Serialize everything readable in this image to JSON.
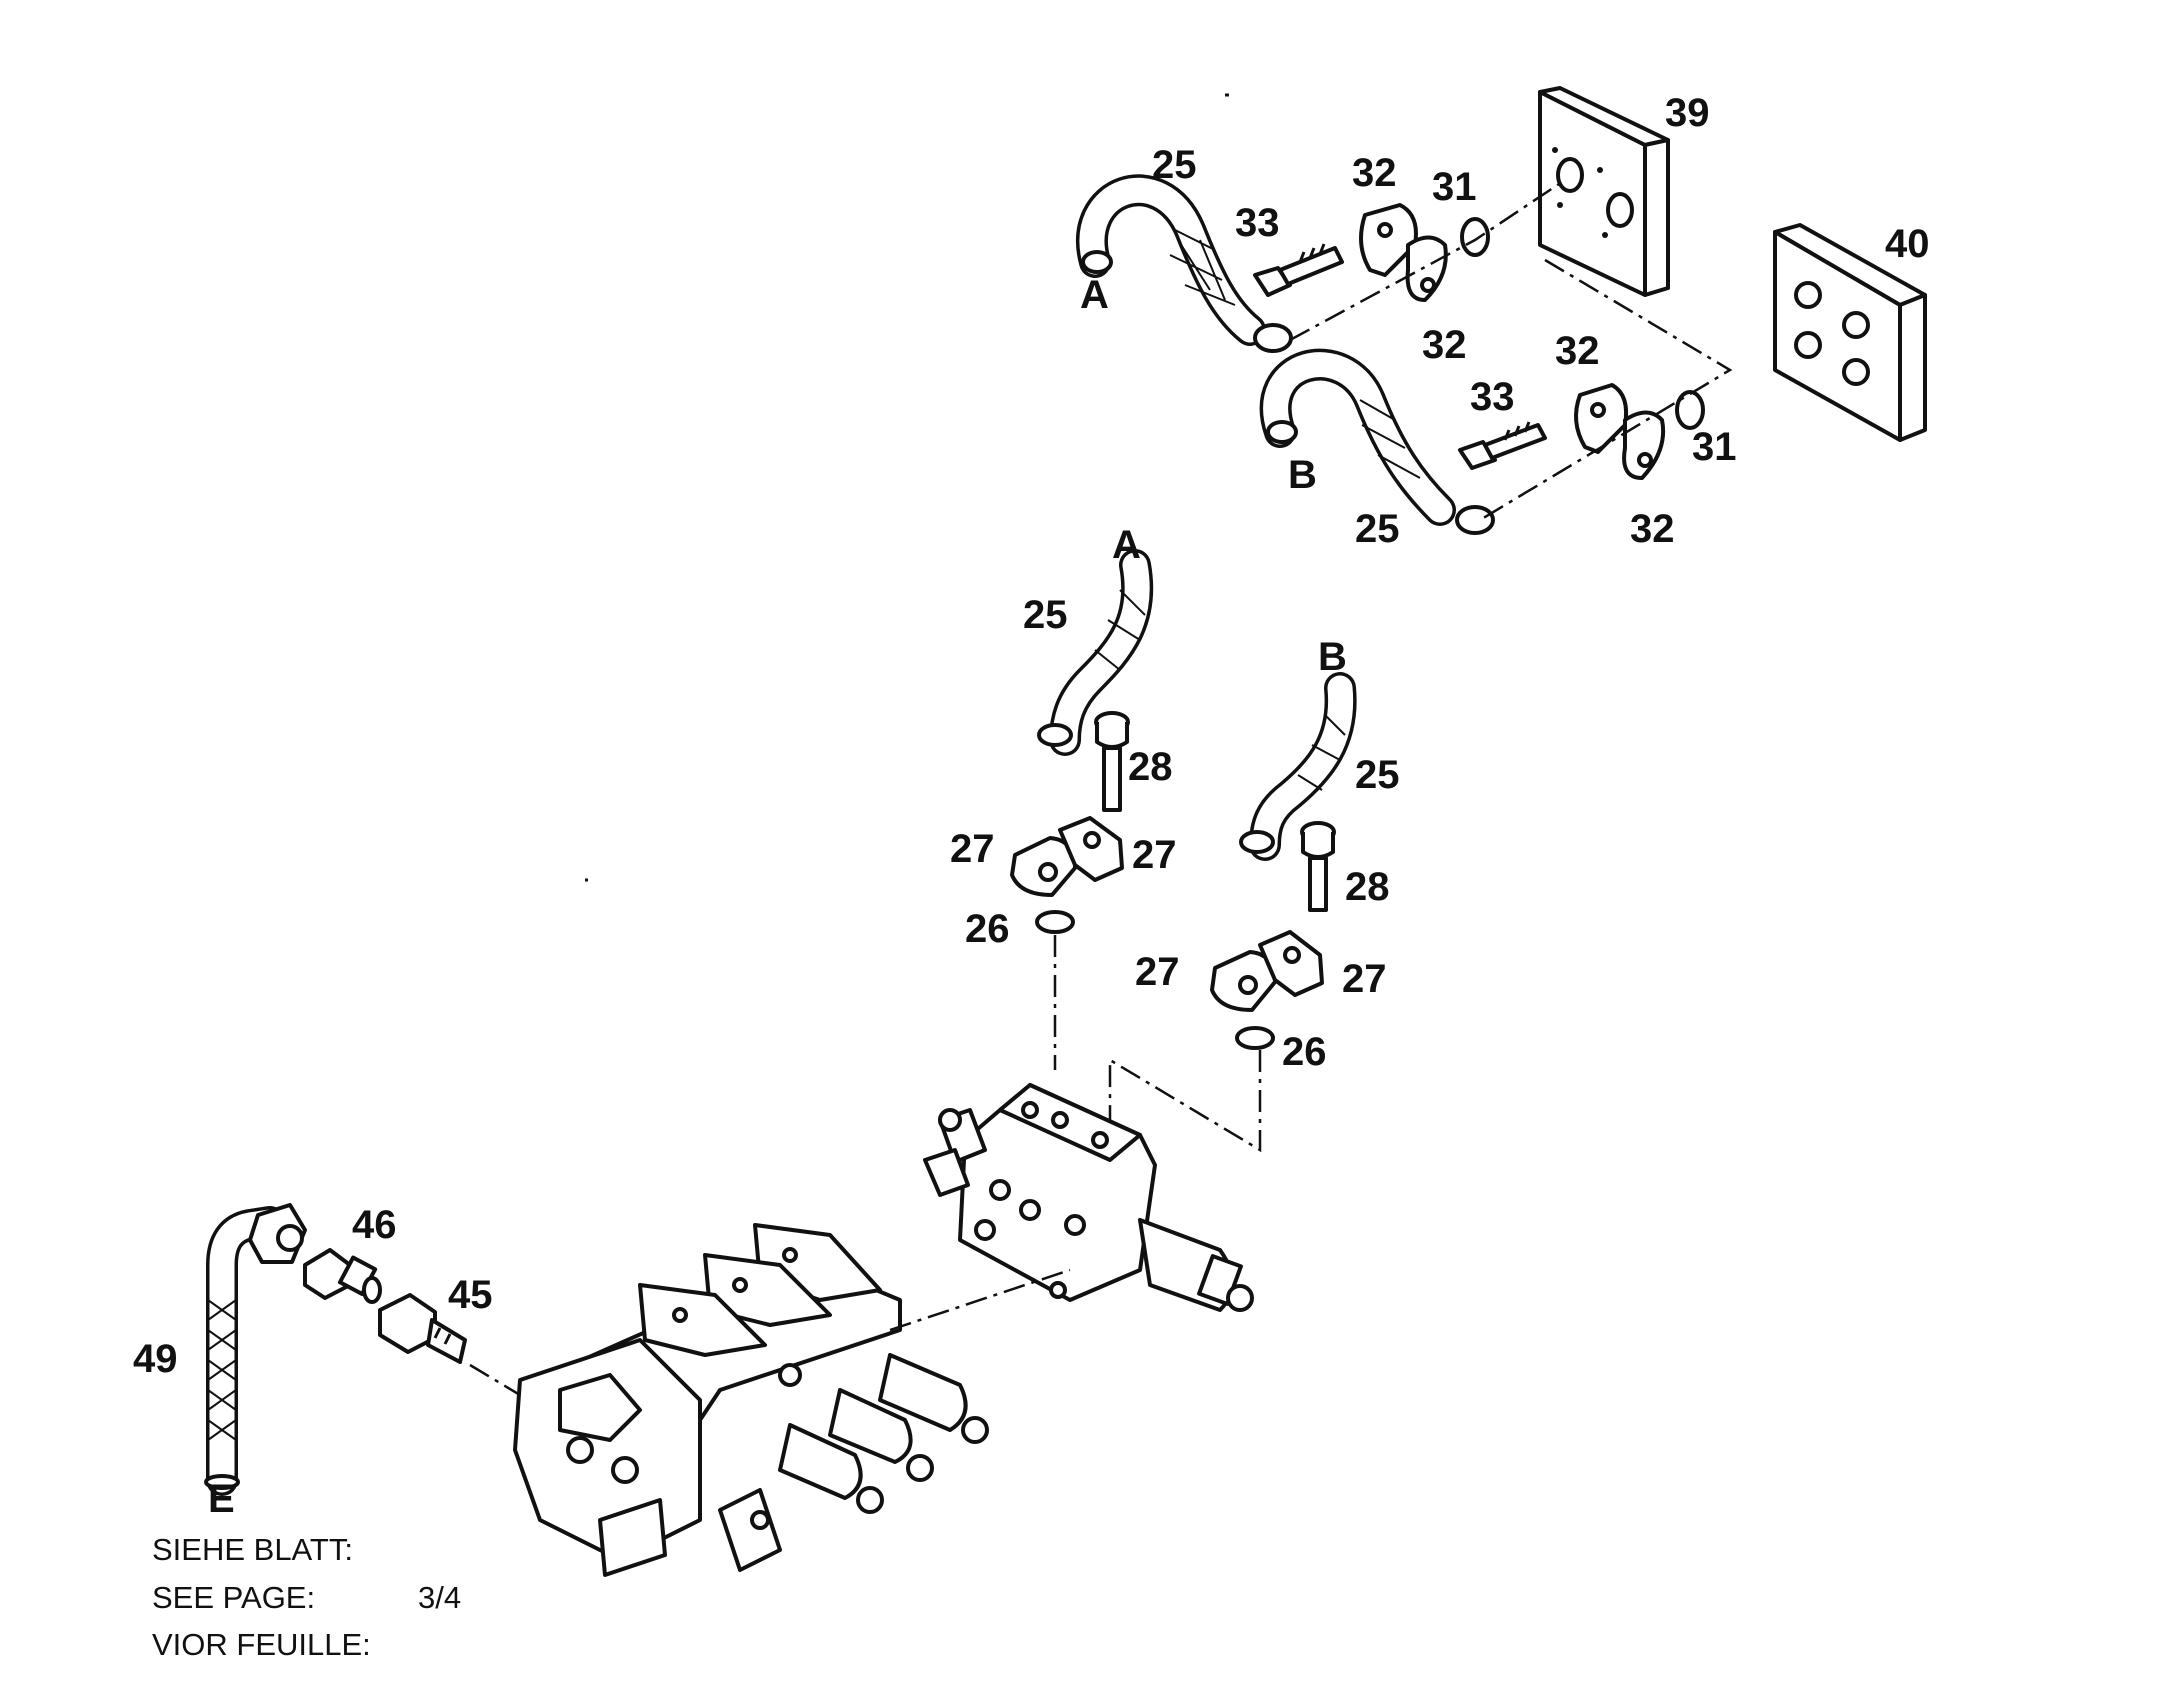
{
  "callouts": {
    "c25a": "25",
    "c33a": "33",
    "c32a": "32",
    "c31a": "31",
    "c39": "39",
    "c40": "40",
    "cA1": "A",
    "c32b": "32",
    "c32c": "32",
    "c33b": "33",
    "c31b": "31",
    "cB1": "B",
    "c25b": "25",
    "c32d": "32",
    "cA2": "A",
    "c25c": "25",
    "c28a": "28",
    "c27a": "27",
    "c27b": "27",
    "c26a": "26",
    "cB2": "B",
    "c25d": "25",
    "c28b": "28",
    "c27c": "27",
    "c27d": "27",
    "c26b": "26",
    "c46": "46",
    "c45": "45",
    "c49": "49",
    "cE": "E"
  },
  "note": {
    "line1": "SIEHE BLATT:",
    "line2": "SEE PAGE:",
    "page_ref": "3/4",
    "line3": "VIOR FEUILLE:"
  }
}
